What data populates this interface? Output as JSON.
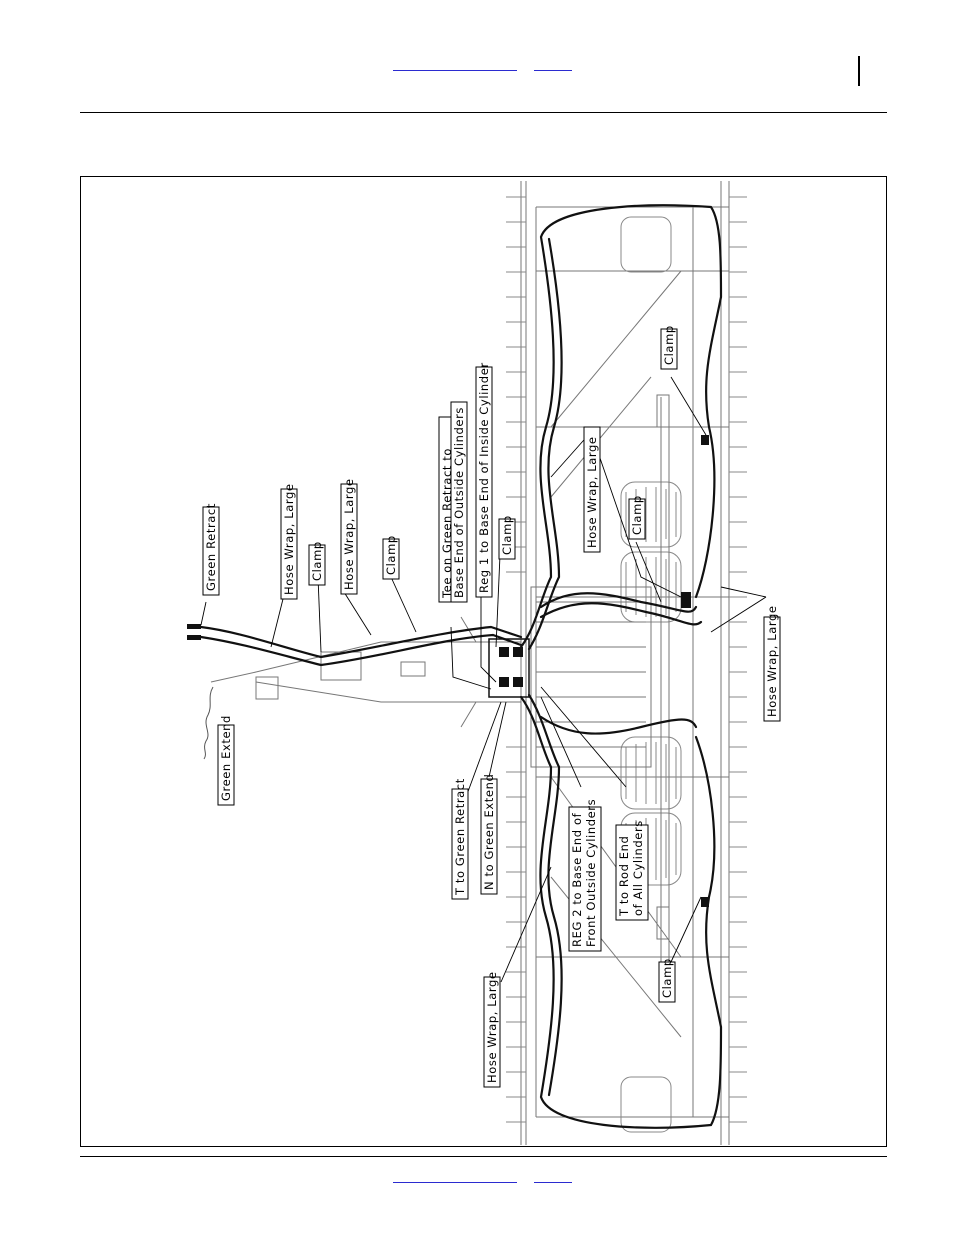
{
  "header": {
    "link_1": "",
    "link_2": ""
  },
  "footer": {
    "link_1": "",
    "link_2": ""
  },
  "figure": {
    "callouts": {
      "green_retract": "Green Retract",
      "green_extend": "Green Extend",
      "hose_wrap_large_top_1": "Hose Wrap, Large",
      "clamp_top_1": "Clamp",
      "hose_wrap_large_top_2": "Hose Wrap, Large",
      "clamp_top_2": "Clamp",
      "tee_line_1": "Tee on Green Retract to",
      "tee_line_2": "Base End of Outside Cylinders",
      "reg1": "Reg 1 to Base End of Inside Cylinder",
      "clamp_center": "Clamp",
      "hose_wrap_large_center": "Hose Wrap, Large",
      "clamp_right_top": "Clamp",
      "clamp_right_mid": "Clamp",
      "hose_wrap_large_right": "Hose Wrap, Large",
      "t_green_retract": "T to Green Retract",
      "n_green_extend": "N to Green Extend",
      "reg2_line_1": "REG 2 to Base End of",
      "reg2_line_2": "Front Outside Cylinders",
      "t_rod_line_1": "T to Rod End",
      "t_rod_line_2": "of All Cylinders",
      "clamp_bottom": "Clamp",
      "hose_wrap_large_bottom": "Hose Wrap, Large"
    }
  }
}
